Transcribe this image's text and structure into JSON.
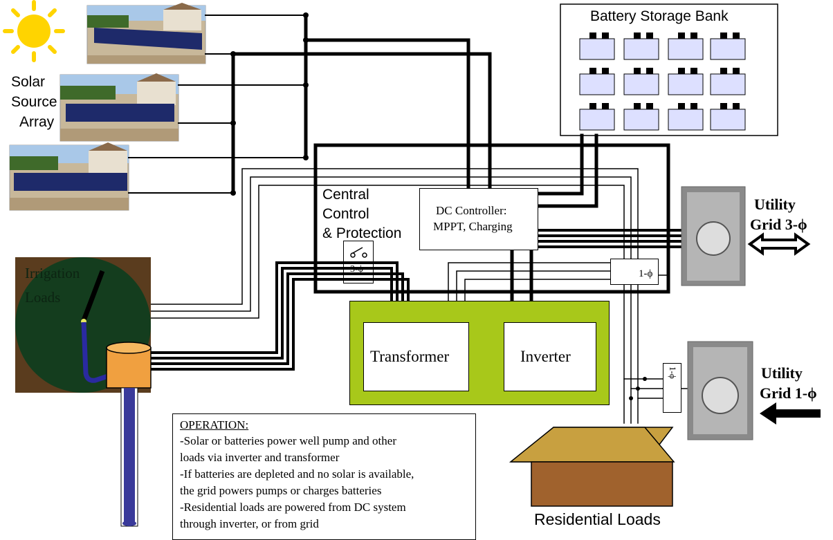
{
  "diagram": {
    "solar_label": [
      "Solar",
      "Source",
      "Array"
    ],
    "battery_bank_title": "Battery Storage Bank",
    "central_control_label": [
      "Central",
      "Control",
      "& Protection"
    ],
    "dc_controller_label": [
      "DC Controller:",
      "MPPT, Charging"
    ],
    "switch_3phase": "3-ϕ",
    "switch_1phase_a": "1-ϕ",
    "switch_1phase_b": "1-ϕ",
    "utility_3phase": [
      "Utility",
      "Grid 3-ϕ"
    ],
    "utility_1phase": [
      "Utility",
      "Grid 1-ϕ"
    ],
    "irrigation_label": [
      "Irrigation",
      "Loads"
    ],
    "transformer_label": "Transformer",
    "inverter_label": "Inverter",
    "residential_label": "Residential Loads",
    "operation": {
      "title": "OPERATION:",
      "lines": [
        "-Solar or batteries power well pump and other",
        "loads via inverter and transformer",
        "-If batteries are depleted and no solar is available,",
        "the grid powers pumps or charges batteries",
        "-Residential loads are powered from DC system",
        "through inverter, or from grid"
      ]
    },
    "colors": {
      "inverter_frame": "#a8c81a",
      "battery_cell": "#dde0ff",
      "irrigation_circle": "#143d1e",
      "irrigation_bg": "#5a3c1e",
      "tank": "#f0a040",
      "well_pipe": "#3a3a9a",
      "roof": "#c8a040",
      "house": "#a0622d",
      "meter_bg": "#8a8a8a",
      "sun": "#ffd400"
    }
  }
}
